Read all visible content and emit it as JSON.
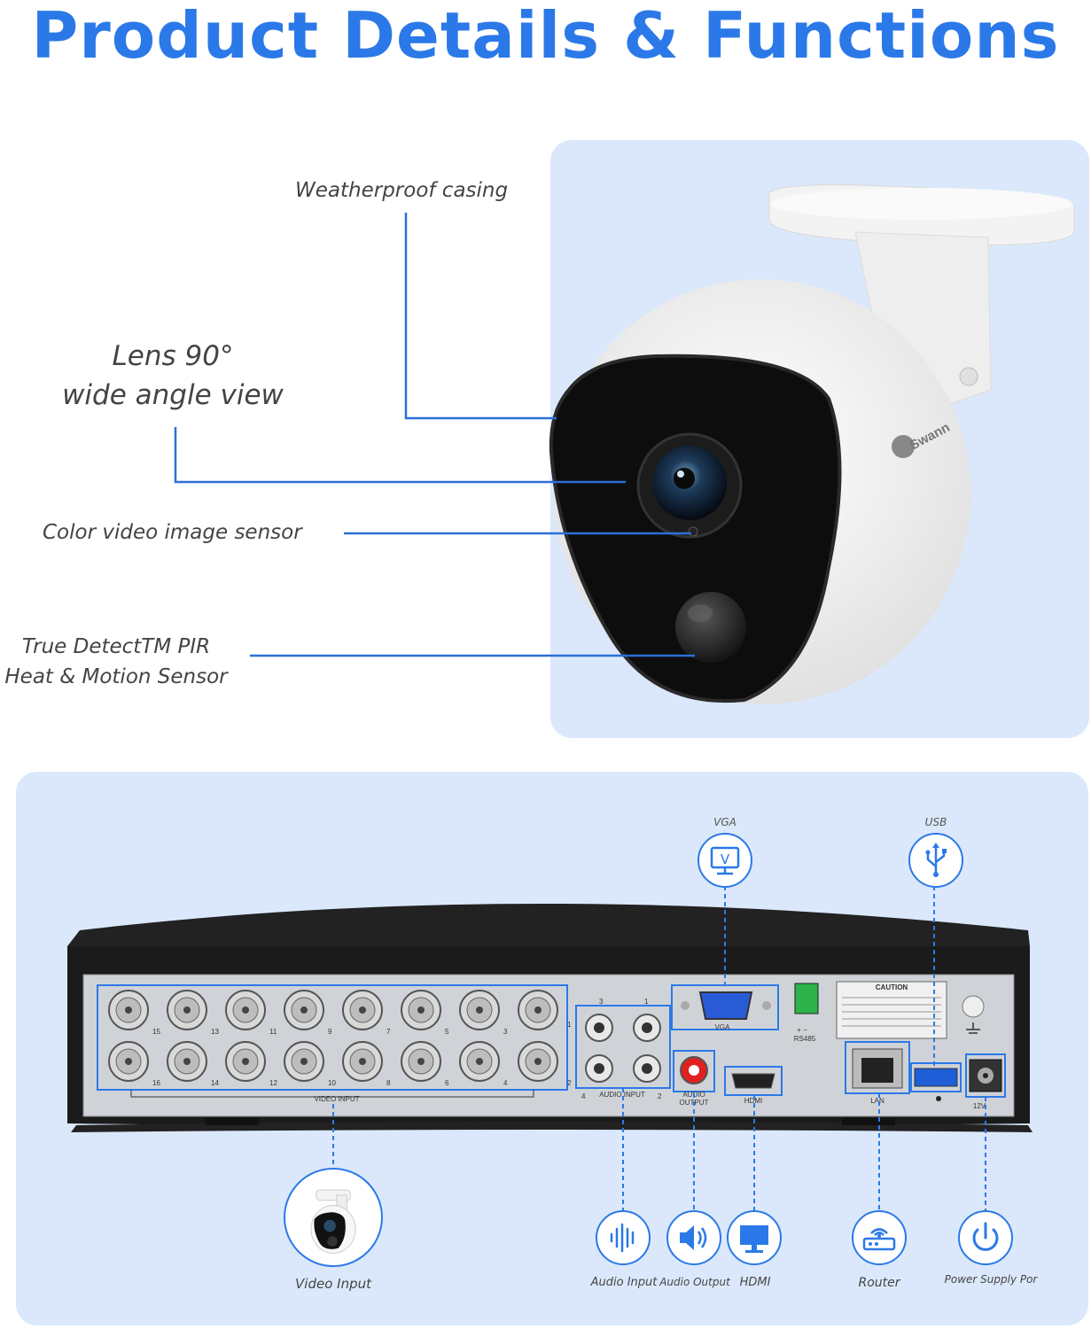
{
  "title": "Product Details & Functions",
  "callouts": {
    "weatherproof": "Weatherproof casing",
    "lens_line1": "Lens 90°",
    "lens_line2": "wide angle view",
    "color_sensor": "Color video image sensor",
    "pir_line1": "True DetectTM PIR",
    "pir_line2": "Heat & Motion Sensor"
  },
  "camera": {
    "brand": "Swann"
  },
  "dvr": {
    "top_labels": {
      "vga": "VGA",
      "usb": "USB"
    },
    "panel_text": {
      "video_input": "VIDEO INPUT",
      "audio_input": "AUDIO INPUT",
      "audio_output": "AUDIO OUTPUT",
      "vga": "VGA",
      "hdmi": "HDMI",
      "lan": "LAN",
      "rs485": "RS485",
      "power": "12V",
      "caution": "CAUTION",
      "rs485_pins": "+ −"
    },
    "channels_top": [
      "15",
      "13",
      "11",
      "9",
      "7",
      "5",
      "3"
    ],
    "channels_bottom": [
      "16",
      "14",
      "12",
      "10",
      "8",
      "6",
      "4"
    ],
    "row_numbers": [
      "1",
      "2"
    ],
    "audio_numbers": [
      "3",
      "1",
      "4",
      "2"
    ]
  },
  "bottom_labels": {
    "video_input": "Video Input",
    "audio_input": "Audio Input",
    "audio_output": "Audio Output",
    "hdmi": "HDMI",
    "router": "Router",
    "power": "Power Supply Por"
  },
  "colors": {
    "accent": "#2b79e8",
    "panel_bg": "#dbe8fb",
    "callout_line": "#2b6fd6"
  },
  "icons": [
    "vga-icon",
    "usb-icon",
    "audio-input-icon",
    "audio-output-icon",
    "hdmi-monitor-icon",
    "router-icon",
    "power-icon"
  ]
}
